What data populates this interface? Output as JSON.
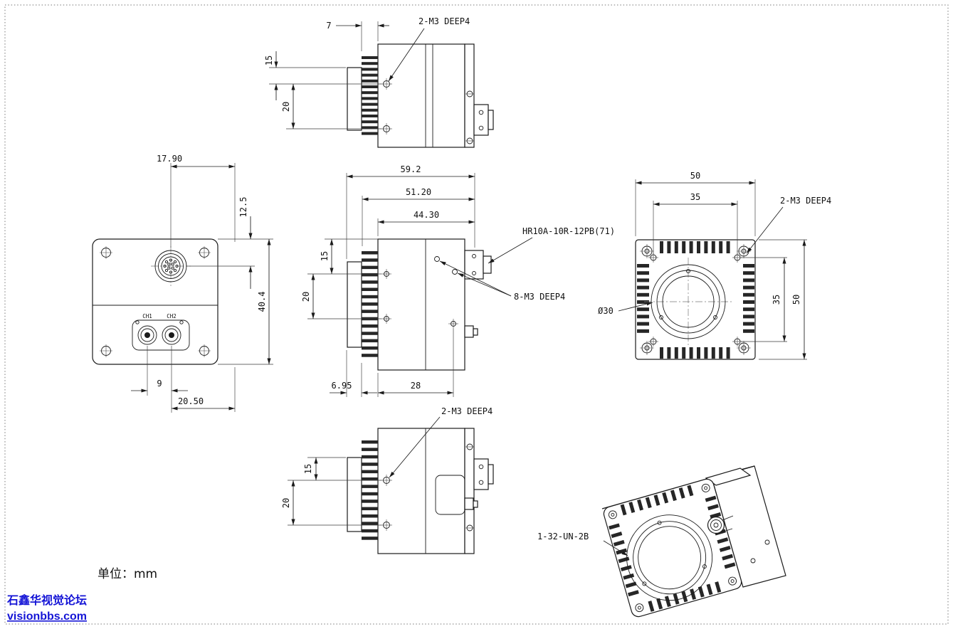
{
  "page": {
    "unit_note": "单位：mm",
    "watermark_line1": "石鑫华视觉论坛",
    "watermark_line2": "visionbbs.com",
    "watermark_color": "#1414d6",
    "line_color": "#1b1b1b"
  },
  "top_view": {
    "dim_7": "7",
    "dim_15": "15",
    "dim_20": "20",
    "callout_m3": "2-M3 DEEP4"
  },
  "back_view": {
    "dim_17_90": "17.90",
    "dim_12_5": "12.5",
    "dim_40_4": "40.4",
    "dim_9": "9",
    "dim_20_50": "20.50",
    "ch1": "CH1",
    "ch2": "CH2"
  },
  "side_view": {
    "dim_59_2": "59.2",
    "dim_51_20": "51.20",
    "dim_44_30": "44.30",
    "dim_15": "15",
    "dim_20": "20",
    "dim_6_95": "6.95",
    "dim_28": "28",
    "callout_connector": "HR10A-10R-12PB(71)",
    "callout_m3": "8-M3 DEEP4"
  },
  "face_view": {
    "dim_50_top": "50",
    "dim_35_top": "35",
    "dim_35_right": "35",
    "dim_50_right": "50",
    "dim_lens": "Ø30",
    "callout_m3": "2-M3 DEEP4"
  },
  "bottom_view": {
    "dim_15": "15",
    "dim_20": "20",
    "callout_m3": "2-M3 DEEP4"
  },
  "iso_view": {
    "callout_thread": "1-32-UN-2B"
  }
}
